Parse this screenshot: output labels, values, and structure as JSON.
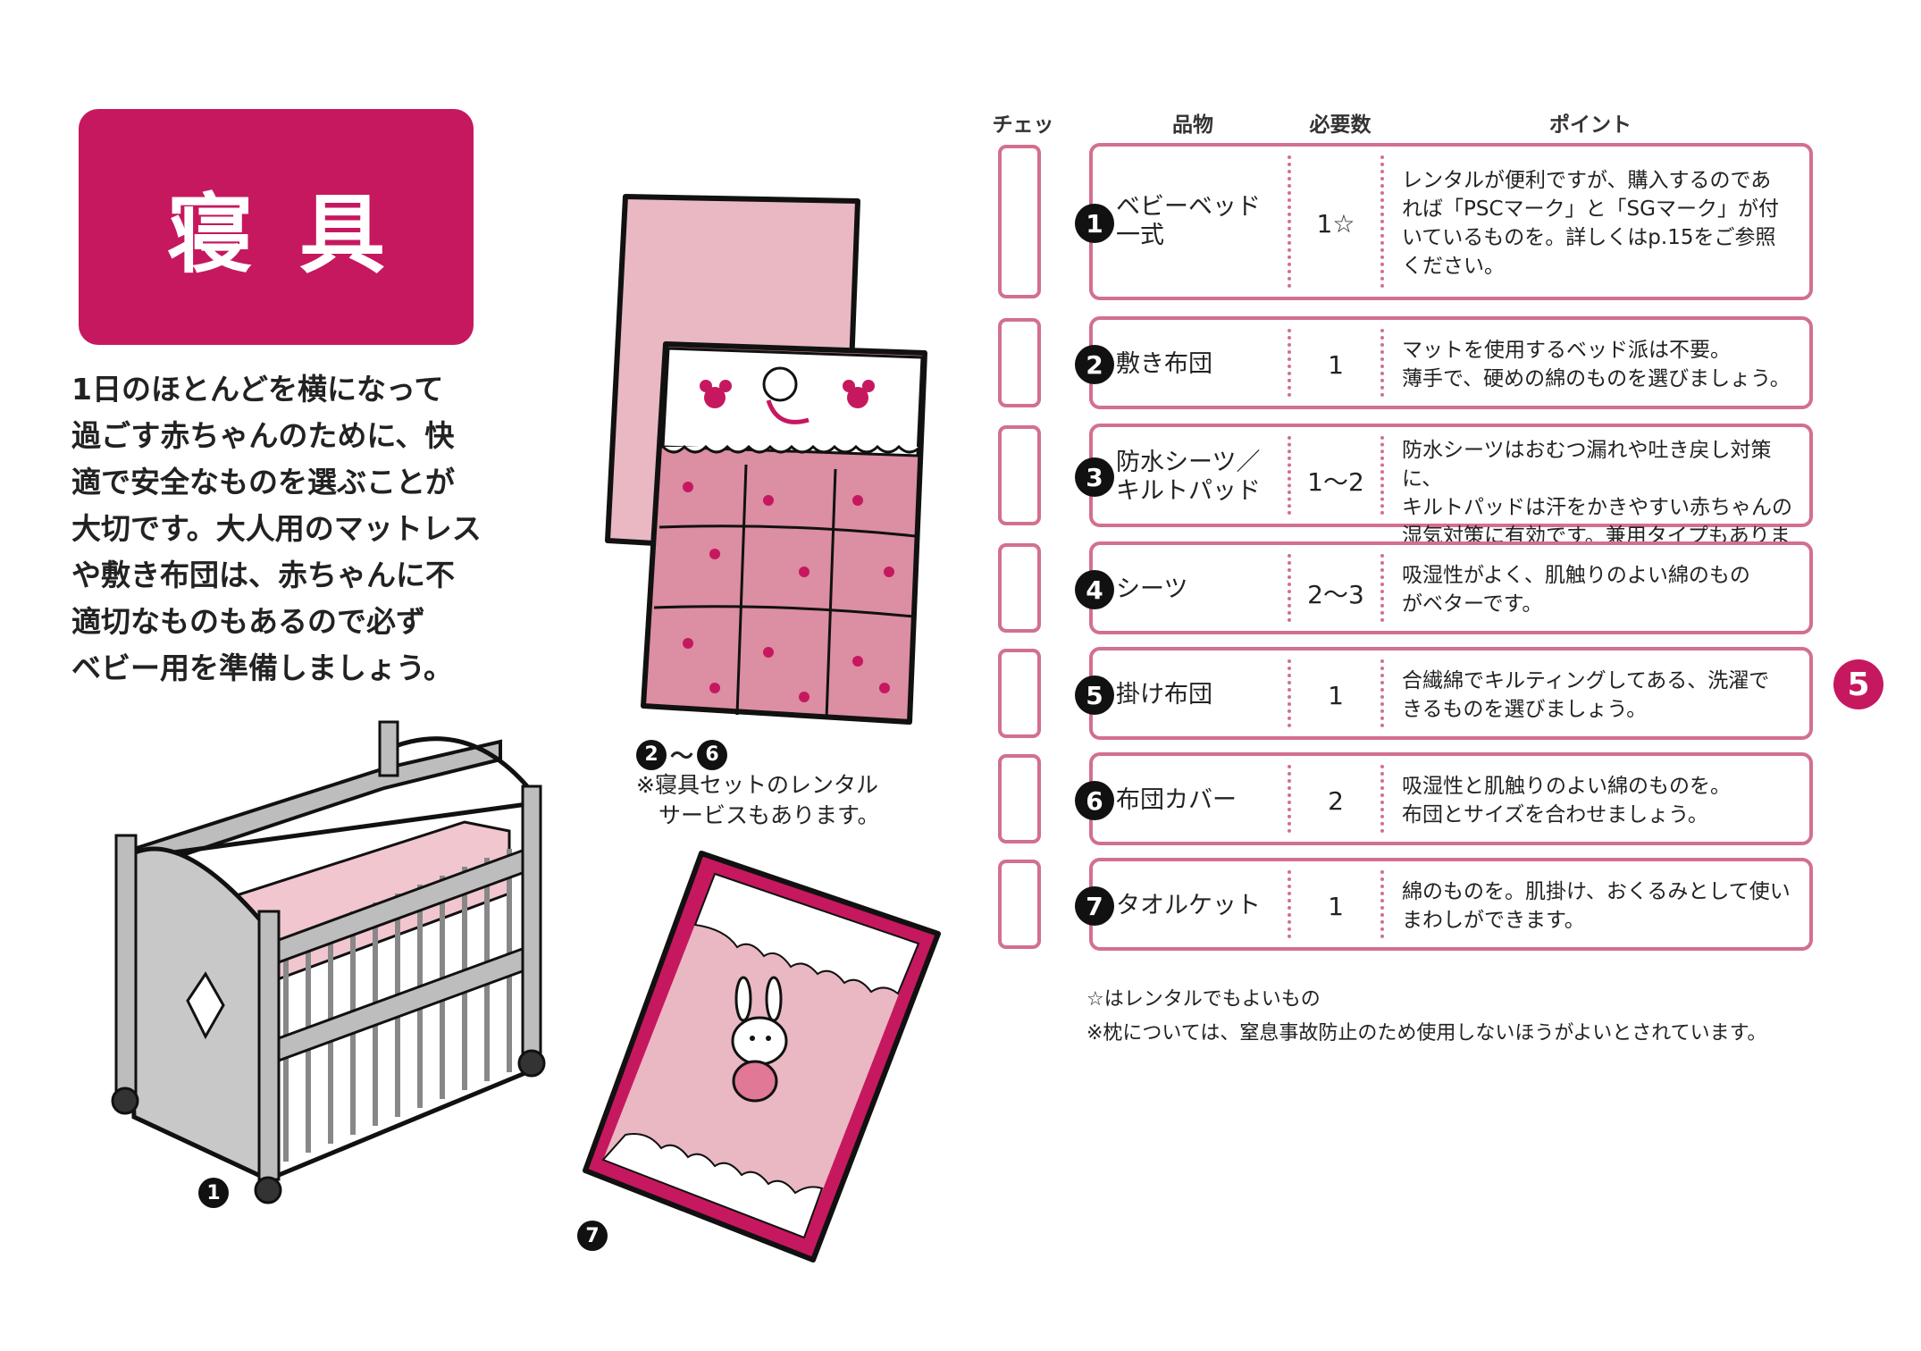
{
  "title": "寝具",
  "intro": "1日のほとんどを横になって\n過ごす赤ちゃんのために、快\n適で安全なものを選ぶことが\n大切です。大人用のマットレス\nや敷き布団は、赤ちゃんに不\n適切なものもあるので必ず\nベビー用を準備しましょう。",
  "table": {
    "headers": {
      "check": "チェック",
      "item": "品物",
      "count": "必要数",
      "point": "ポイント"
    },
    "rows": [
      {
        "num": "1",
        "item": "ベビーベッド\n一式",
        "count": "1☆",
        "point": "レンタルが便利ですが、購入するのであ\nれば「PSCマーク」と「SGマーク」が付\nいているものを。詳しくはp.15をご参照\nください。"
      },
      {
        "num": "2",
        "item": "敷き布団",
        "count": "1",
        "point": "マットを使用するベッド派は不要。\n薄手で、硬めの綿のものを選びましょう。"
      },
      {
        "num": "3",
        "item": "防水シーツ／\nキルトパッド",
        "count": "1〜2",
        "point": "防水シーツはおむつ漏れや吐き戻し対策に、\nキルトパッドは汗をかきやすい赤ちゃんの\n湿気対策に有効です。兼用タイプもあります。"
      },
      {
        "num": "4",
        "item": "シーツ",
        "count": "2〜3",
        "point": "吸湿性がよく、肌触りのよい綿のもの\nがベターです。"
      },
      {
        "num": "5",
        "item": "掛け布団",
        "count": "1",
        "point": "合繊綿でキルティングしてある、洗濯で\nきるものを選びましょう。"
      },
      {
        "num": "6",
        "item": "布団カバー",
        "count": "2",
        "point": "吸湿性と肌触りのよい綿のものを。\n布団とサイズを合わせましょう。"
      },
      {
        "num": "7",
        "item": "タオルケット",
        "count": "1",
        "point": "綿のものを。肌掛け、おくるみとして使い\nまわしができます。"
      }
    ]
  },
  "notes": {
    "note1": "☆はレンタルでもよいもの",
    "note2": "※枕については、窒息事故防止のため使用しないほうがよいとされています。"
  },
  "page_number": "5",
  "captions": {
    "set_from": "2",
    "set_tilde": "〜",
    "set_to": "6",
    "set_note": "※寝具セットのレンタル\n　サービスもあります。",
    "crib": "1",
    "towel": "7"
  },
  "colors": {
    "accent": "#c6185f",
    "border_pink": "#d2708e",
    "light_pink": "#e9b8c3",
    "mid_pink": "#dc8ea2"
  }
}
